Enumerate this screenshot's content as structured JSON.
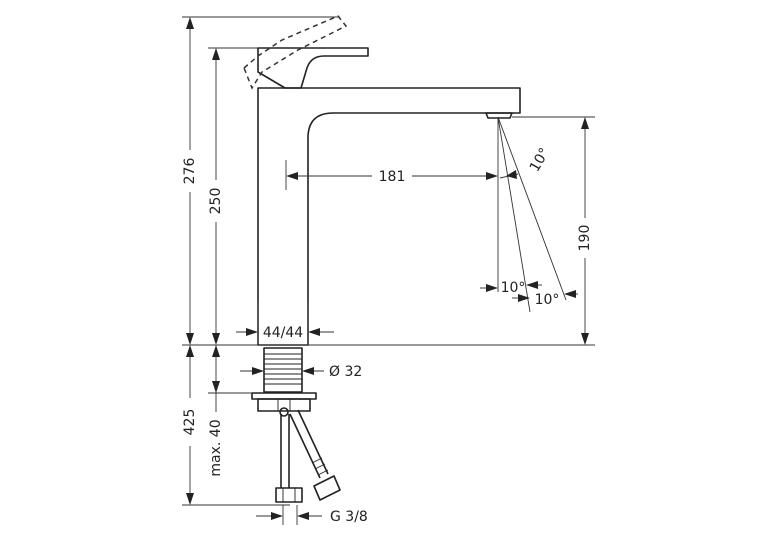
{
  "dimensions": {
    "total_height": "276",
    "spout_height": "250",
    "spout_reach": "181",
    "outlet_height": "190",
    "base_size": "44/44",
    "shank_diameter": "Ø 32",
    "hose_length": "425",
    "max_thickness": "max. 40",
    "connection_thread": "G 3/8",
    "angle_upper": "10°",
    "angle_lower_1": "10°",
    "angle_lower_2": "10°"
  }
}
